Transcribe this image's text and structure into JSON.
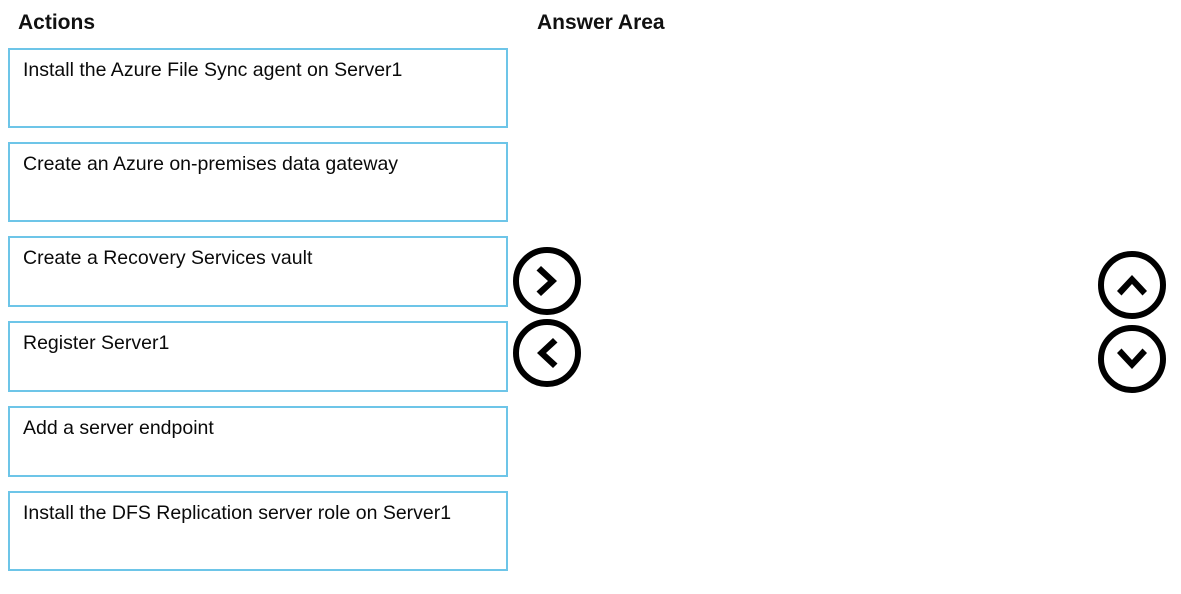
{
  "headings": {
    "actions": "Actions",
    "answer_area": "Answer Area"
  },
  "actions": {
    "items": [
      {
        "label": "Install the Azure File Sync agent on Server1"
      },
      {
        "label": "Create an Azure on-premises data gateway"
      },
      {
        "label": "Create a Recovery Services vault"
      },
      {
        "label": "Register Server1"
      },
      {
        "label": "Add a server endpoint"
      },
      {
        "label": "Install the DFS Replication server role on Server1"
      }
    ]
  },
  "answer_area": {
    "items": []
  },
  "controls": {
    "move_right": "›",
    "move_left": "‹",
    "move_up": "˄",
    "move_down": "˅"
  },
  "colors": {
    "item_border": "#6dc5e8",
    "item_background": "#ffffff",
    "text": "#0a0a0a",
    "control_stroke": "#000000",
    "page_background": "#ffffff"
  }
}
